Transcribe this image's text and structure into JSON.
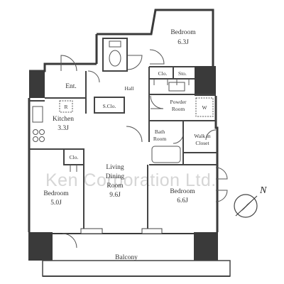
{
  "rooms": {
    "bedroom_top": {
      "name": "Bedroom",
      "size": "6.3J"
    },
    "closet_top": {
      "name": "Clo."
    },
    "storage": {
      "name": "Sto."
    },
    "entrance": {
      "name": "Ent."
    },
    "hall": {
      "name": "Hall"
    },
    "shoe_closet": {
      "name": "S.Clo."
    },
    "powder_room": {
      "line1": "Powder",
      "line2": "Room"
    },
    "kitchen": {
      "name": "Kitchen",
      "size": "3.3J"
    },
    "bath_room": {
      "line1": "Bath",
      "line2": "Room"
    },
    "walk_in_closet": {
      "line1": "Walk in",
      "line2": "Closet"
    },
    "closet_left": {
      "name": "Clo."
    },
    "ldk": {
      "line1": "Living",
      "line2": "Dining",
      "line3": "Room",
      "size": "9.6J"
    },
    "bedroom_left": {
      "name": "Bedroom",
      "size": "5.0J"
    },
    "bedroom_right": {
      "name": "Bedroom",
      "size": "6.6J"
    },
    "balcony": {
      "name": "Balcony"
    }
  },
  "fixtures": {
    "refrigerator": "R",
    "washer": "W"
  },
  "watermark": "Ken Corporation Ltd.",
  "compass": {
    "label": "N"
  },
  "colors": {
    "wall": "#3a3a3a",
    "pillar": "#3a3a3a",
    "line": "#444444",
    "watermark": "#d6d6d6"
  }
}
